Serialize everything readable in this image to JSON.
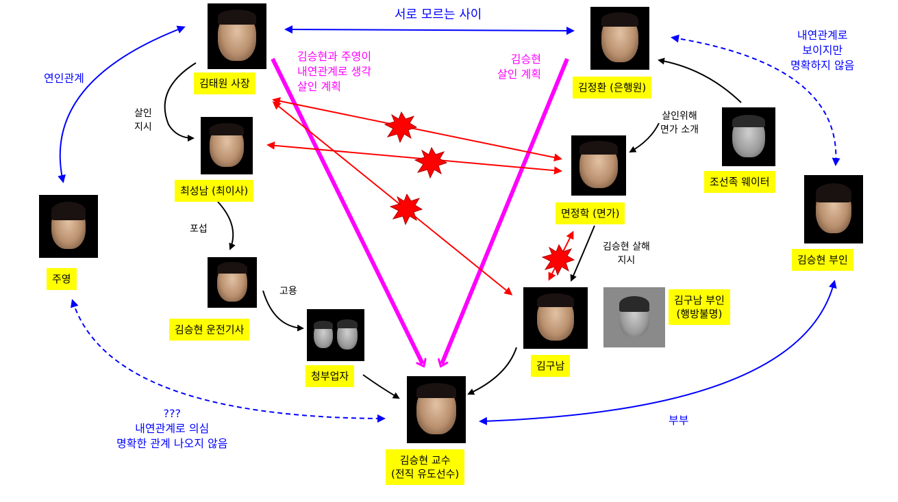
{
  "colors": {
    "label_bg": "#ffff00",
    "blue": "#0000ff",
    "magenta": "#ff00ff",
    "red": "#ff0000"
  },
  "people": {
    "kim_taewon": "김태원 사장",
    "kim_jeonghwan": "김정환 (은행원)",
    "choi_seongnam": "최성남 (최이사)",
    "myeon_jeonghak": "면정학 (면가)",
    "joseonjok_waiter": "조선족 웨이터",
    "juyeong": "주영",
    "kim_seunghyeon_wife": "김승현 부인",
    "kim_seunghyeon_driver": "김승현 운전기사",
    "cheongbu_contractor": "청부업자",
    "kim_guman": "김구남",
    "kim_guman_wife": "김구남 부인\n(행방불명)",
    "kim_seunghyeon_prof": "김승현 교수\n(전직 유도선수)"
  },
  "notes": {
    "strangers": "서로 모르는 사이",
    "lovers": "연인관계",
    "affair_unclear": "내연관계로\n보이지만\n명확하지 않음",
    "kill_plan_suspect": "김승현과 주영이\n내연관계로 생각\n살인 계획",
    "kill_plan": "김승현\n살인 계획",
    "order_kill": "살인\n지시",
    "intro_myeonga": "살인위해\n면가 소개",
    "capture": "포섭",
    "hire": "고용",
    "order_kill_kim": "김승현 살해\n지시",
    "affair_suspect": "???\n내연관계로 의심\n명확한 관계 나오지 않음",
    "couple": "부부"
  }
}
